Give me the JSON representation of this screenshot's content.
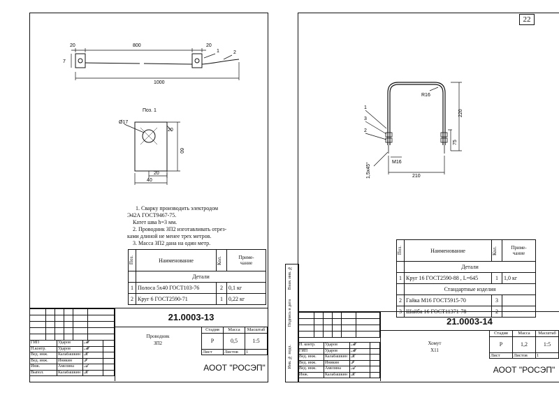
{
  "left_sheet": {
    "drawing": {
      "dims": {
        "top_left": "20",
        "top_span": "800",
        "top_right": "20",
        "height": "7",
        "overall": "1000"
      },
      "callouts": [
        "1",
        "2"
      ],
      "detail_title": "Поз. 1",
      "detail_dims": {
        "hole_dia": "Ø17",
        "height": "60",
        "hole_offset": "20",
        "width": "40",
        "chamfer": "20"
      }
    },
    "notes": [
      "1. Сварку производить электродом",
      "Э42А ГОСТ9467-75.",
      "Катет шва h=3 мм.",
      "2. Проводник ЗП2 изготавливать отрез-",
      "ками длиной не менее трех метров.",
      "3. Масса ЗП2 дана на один метр."
    ],
    "spec": {
      "headers": {
        "pos": "Поз.",
        "name": "Наименование",
        "qty": "Кол.",
        "note": "Приме-\nчание"
      },
      "section": "Детали",
      "rows": [
        {
          "pos": "1",
          "name": "Полоса 5х40 ГОСТ103-76",
          "qty": "2",
          "note": "0,1 кг"
        },
        {
          "pos": "2",
          "name": "Круг 6 ГОСТ2590-71",
          "qty": "1",
          "note": "0,22 кг"
        }
      ]
    },
    "title_block": {
      "code": "21.0003-13",
      "name_line1": "Проводник",
      "name_line2": "ЗП2",
      "stage_label": "Стадия",
      "mass_label": "Масса",
      "scale_label": "Масштаб",
      "stage": "Р",
      "mass": "0,5",
      "scale": "1:5",
      "sheet_label": "Лист",
      "sheets_label": "Листов",
      "sheets": "1",
      "org": "АООТ \"РОСЭП\"",
      "signers": [
        {
          "role": "ГИП",
          "name": "Ударов"
        },
        {
          "role": "Н.контр.",
          "name": "Ударов"
        },
        {
          "role": "Вед. инж.",
          "name": "Калабашкин"
        },
        {
          "role": "Вед. инж.",
          "name": "Иникин"
        },
        {
          "role": "Инж.",
          "name": "Амелина"
        },
        {
          "role": "Выпол.",
          "name": "Калабашкин"
        }
      ]
    }
  },
  "right_sheet": {
    "page_number": "22",
    "drawing": {
      "callouts": [
        "1",
        "3",
        "2"
      ],
      "radius": "R16",
      "height": "220",
      "thread_len": "75",
      "thread": "M16",
      "width": "210",
      "chamfer": "1,5х45°"
    },
    "side_stamp": [
      "Инв. № подл.",
      "Подпись и дата",
      "Взам. инв. №"
    ],
    "spec": {
      "headers": {
        "pos": "Поз.",
        "name": "Наименование",
        "qty": "Кол.",
        "note": "Приме-\nчание"
      },
      "section1": "Детали",
      "row1": {
        "pos": "1",
        "name": "Круг 16 ГОСТ2590-88 , L=645",
        "qty": "1",
        "note": "1,0 кг"
      },
      "section2": "Стандартные изделия",
      "row2": {
        "pos": "2",
        "name": "Гайка М16 ГОСТ5915-70",
        "qty": "3",
        "note": ""
      },
      "row3": {
        "pos": "3",
        "name": "Шайба 16 ГОСТ11371-78",
        "qty": "2",
        "note": ""
      }
    },
    "title_block": {
      "code": "21.0003-14",
      "name_line1": "Хомут",
      "name_line2": "Х11",
      "stage_label": "Стадия",
      "mass_label": "Масса",
      "scale_label": "Масштаб",
      "stage": "Р",
      "mass": "1,2",
      "scale": "1:5",
      "sheet_label": "Лист",
      "sheets_label": "Листов",
      "sheets": "1",
      "org": "АООТ \"РОСЭП\"",
      "signers": [
        {
          "role": "Н. контр.",
          "name": "Ударов"
        },
        {
          "role": "ГИП",
          "name": "Ударов"
        },
        {
          "role": "Вед. инж.",
          "name": "Калабашкин"
        },
        {
          "role": "Вед. инж.",
          "name": "Иникин"
        },
        {
          "role": "Вед. инж.",
          "name": "Амелина"
        },
        {
          "role": "Инж.",
          "name": "Калабашкин"
        }
      ]
    }
  }
}
